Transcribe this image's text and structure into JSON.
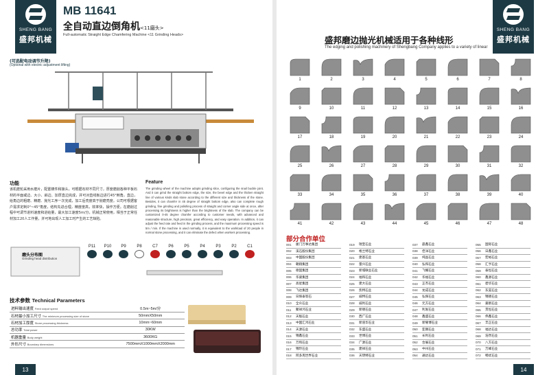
{
  "left": {
    "brand_en": "SHENG BANG",
    "brand_cn": "盛邦机械",
    "model": "MB 11641",
    "title_cn": "全自动直边倒角机",
    "title_small": "<11磨头>",
    "subtitle_en": "Full-automatic Straight Edge Chamfering Machine <11 Grinding Heads>",
    "lift_cn": "(可选配电动调节升降)",
    "lift_en": "(Optional with electric adjustment lifting)",
    "feature_cn_title": "功能",
    "feature_cn_text": "该机磨轮采用水磨片，配置铸件和接头，可根据石材不同尺寸，厚度磨削各种平板石材的平面或边、大小、斜边、加厚直边完成，并可对直线板边进行45°倒角，直边，给角边的粗磨、精磨、抛光工序一次完成，加工后亮度高于抛磨亮度。公司可根据客户需求定制0°~45°角度，结构先进合理，精度度高，效率快，操作方便。在磨削过程中可调节进料速度和进给量，最大加工速度5m/分，机械正常使用，相当于正常任材加工20人工作量，并可地出现人工加工时产生的工艺缺陷。",
    "feature_en_title": "Feature",
    "feature_en_text": "The grinding wheel of the machine adopts grinding slice, configuring the snail buckle joint. And it can grind the straight bottom edge, the size, the bevel edge and the thicken straight line of various kinds slab stone according to the different size and thickness of the stone. Besides, it can chamfer in 45 degree of straight bottom edge, also can complete rough grinding, fine grinding and polishing process of straight and corner angle side at once, after processing its brightness is higher than the brightness of the slab. The company can be customized 0-45 degree chamfer according to customer needs, with advanced and reasonable structure, high precision, great efficiency, and easy operation. In addition, it can adjust the feed rate and feed in the grinding process, and the maximum processing speed is 5m / min. If the machine is used normally, it is equivalent to the workload of 20 people in normal stone processing, and it can eliminate the defect when workers processing.",
    "grind_label_cn": "磨头分布图",
    "grind_label_en": "Grinding head distribution",
    "wheels": [
      {
        "label": "P11",
        "color": "dark"
      },
      {
        "label": "P10",
        "color": "dark"
      },
      {
        "label": "P9",
        "color": "dark"
      },
      {
        "label": "P8",
        "color": "white"
      },
      {
        "label": "C7",
        "color": "red"
      },
      {
        "label": "P6",
        "color": "dark"
      },
      {
        "label": "P5",
        "color": "dark"
      },
      {
        "label": "P4",
        "color": "dark"
      },
      {
        "label": "P3",
        "color": "dark"
      },
      {
        "label": "P2",
        "color": "dark"
      },
      {
        "label": "C1",
        "color": "red"
      }
    ],
    "tech_title_cn": "技术参数",
    "tech_title_en": "Technical Parameters",
    "params": [
      {
        "cn": "进料输出速度",
        "en": "Feed output speed",
        "value": "0.5m~5m/分"
      },
      {
        "cn": "石材最小加工尺寸",
        "en": "The minimum processing size of stone",
        "value": "50mmX50mm"
      },
      {
        "cn": "石材加工厚度",
        "en": "Stone processing thickness",
        "value": "10mm~60mm"
      },
      {
        "cn": "总功率",
        "en": "Total power",
        "value": "30KW"
      },
      {
        "cn": "机器重量",
        "en": "Body weight",
        "value": "3600KG"
      },
      {
        "cn": "外形尺寸",
        "en": "Boundary dimensions",
        "value": "7500mmX1000mmX2000mm"
      }
    ],
    "page_number": "13"
  },
  "right": {
    "brand_en": "SHENG BANG",
    "brand_cn": "盛邦机械",
    "title_cn": "盛邦磨边抛光机械适用于各种线形",
    "subtitle_en": "The edging and polishing machinery of Shengbang Company applies to a variety of linear",
    "profiles": [
      "1",
      "2",
      "3",
      "4",
      "5",
      "6",
      "7",
      "8",
      "9",
      "10",
      "11",
      "12",
      "13",
      "14",
      "15",
      "16",
      "17",
      "18",
      "19",
      "20",
      "21",
      "22",
      "23",
      "24",
      "25",
      "26",
      "27",
      "28",
      "29",
      "30",
      "31",
      "32",
      "33",
      "34",
      "35",
      "36",
      "37",
      "38",
      "39",
      "40",
      "41",
      "42",
      "43",
      "44",
      "45",
      "46",
      "47",
      "48"
    ],
    "partners_title": "部分合作单位",
    "partners": [
      [
        "001 厦门万事达集团",
        "002 溪石股份集团",
        "003 中国股份集团",
        "004 朝翔集团",
        "005 德固集团",
        "006 华骏集团",
        "007 高星集团",
        "008 飞达集团",
        "009 日辉泰等石",
        "010 全众石业",
        "011 聚祥鸿石业",
        "012 天魁石业",
        "013 中国汇鸿石业",
        "014 天源石业",
        "015 锦鑫石业",
        "016 万和石业",
        "017 锦玲石业",
        "018 阿多克世界石业"
      ],
      [
        "019 瑞宝石业",
        "020 格兰特石业",
        "021 建基石业",
        "022 量兴石业",
        "023 新城联业石业",
        "024 福和石业",
        "025 建大石业",
        "026 凯特石业",
        "027 威特石业",
        "028 威利石业",
        "029 新德石业",
        "030 西广石业",
        "031 新道华石业",
        "032 东盛石业",
        "033 世博石业",
        "034 广源石业",
        "035 建祥石业",
        "036 天玥特石业"
      ],
      [
        "037 晨鑫石业",
        "038 佳洋石业",
        "039 纯晶石业",
        "040 弘和石业",
        "041 飞耀石业",
        "042 华福石业",
        "043 正杰石业",
        "044 龙成石业",
        "045 弘辉石业",
        "046 元方石业",
        "047 利发石业",
        "048 鑫盛石业",
        "049 新曜博石业",
        "050 亚朗石业",
        "051 长利石业",
        "052 合展石业",
        "053 中州石业",
        "054 通达石业"
      ],
      [
        "055 国际石业",
        "056 日鑫石业",
        "057 宏裕石业",
        "058 汇亨石业",
        "059 泰恒石业",
        "060 鑫源石业",
        "061 碧华石业",
        "062 东昊石业",
        "063 锦德石业",
        "064 嘉鹤石业",
        "065 贯恒石业",
        "066 伟鑫石业",
        "067 丰正石业",
        "068 福达石业",
        "069 浩然石业",
        "070 八方石业",
        "071 万峰石业",
        "072 畅优石业"
      ]
    ],
    "page_number": "14"
  }
}
